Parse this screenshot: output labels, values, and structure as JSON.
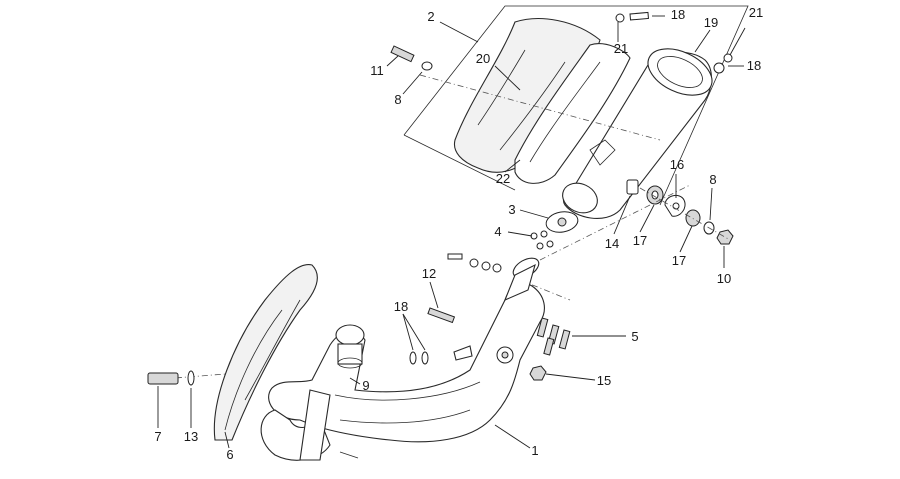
{
  "callouts": [
    {
      "id": "c2",
      "text": "2"
    },
    {
      "id": "c18a",
      "text": "18"
    },
    {
      "id": "c19",
      "text": "19"
    },
    {
      "id": "c21a",
      "text": "21"
    },
    {
      "id": "c21b",
      "text": "21"
    },
    {
      "id": "c20",
      "text": "20"
    },
    {
      "id": "c11",
      "text": "11"
    },
    {
      "id": "c8a",
      "text": "8"
    },
    {
      "id": "c18b",
      "text": "18"
    },
    {
      "id": "c22",
      "text": "22"
    },
    {
      "id": "c16",
      "text": "16"
    },
    {
      "id": "c8b",
      "text": "8"
    },
    {
      "id": "c3",
      "text": "3"
    },
    {
      "id": "c4",
      "text": "4"
    },
    {
      "id": "c14",
      "text": "14"
    },
    {
      "id": "c17a",
      "text": "17"
    },
    {
      "id": "c17b",
      "text": "17"
    },
    {
      "id": "c10",
      "text": "10"
    },
    {
      "id": "c12",
      "text": "12"
    },
    {
      "id": "c18c",
      "text": "18"
    },
    {
      "id": "c5",
      "text": "5"
    },
    {
      "id": "c9",
      "text": "9"
    },
    {
      "id": "c15",
      "text": "15"
    },
    {
      "id": "c7",
      "text": "7"
    },
    {
      "id": "c13",
      "text": "13"
    },
    {
      "id": "c6",
      "text": "6"
    },
    {
      "id": "c1",
      "text": "1"
    }
  ]
}
